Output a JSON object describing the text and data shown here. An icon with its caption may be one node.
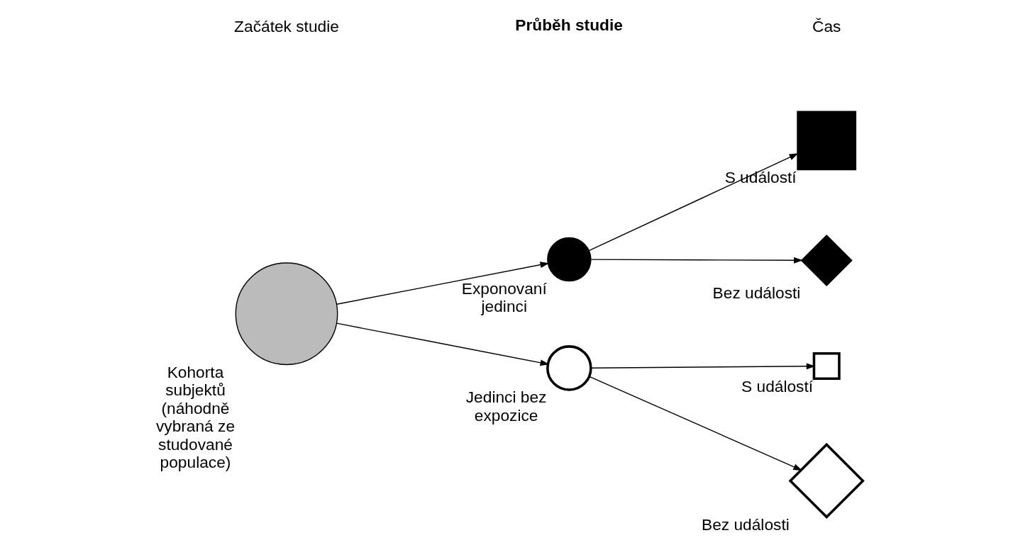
{
  "diagram": {
    "nodes": [
      {
        "text": [],
        "shape": "circle",
        "beside": [
          "Kohorta subjektů (náhodně vybraná ze studované populace)"
        ]
      },
      {
        "text": [],
        "shape": "circle",
        "beside": [
          "Exponovaní jedinci"
        ]
      },
      {
        "text": [],
        "shape": "circle",
        "beside": [
          "Jedinci bez expozice"
        ]
      },
      {
        "text": [],
        "shape": "box",
        "beside": [
          "S událostí"
        ]
      },
      {
        "text": [],
        "shape": "diamond",
        "beside": [
          "Bez události"
        ]
      },
      {
        "text": [],
        "shape": "box",
        "beside": [
          "S událostí"
        ]
      },
      {
        "text": [],
        "shape": "diamond",
        "beside": [
          "Bez události"
        ]
      }
    ],
    "edges": [
      {
        "from": 0,
        "to": 1,
        "arrow": "to"
      },
      {
        "from": 0,
        "to": 2,
        "arrow": "to"
      },
      {
        "from": 1,
        "to": 3,
        "arrow": "to"
      },
      {
        "from": 1,
        "to": 4,
        "arrow": "to"
      },
      {
        "from": 2,
        "to": 5,
        "arrow": "to"
      },
      {
        "from": 2,
        "to": 6,
        "arrow": "to"
      }
    ],
    "labels": [
      "Začátek studie",
      "Průběh studie",
      "Čas"
    ]
  }
}
